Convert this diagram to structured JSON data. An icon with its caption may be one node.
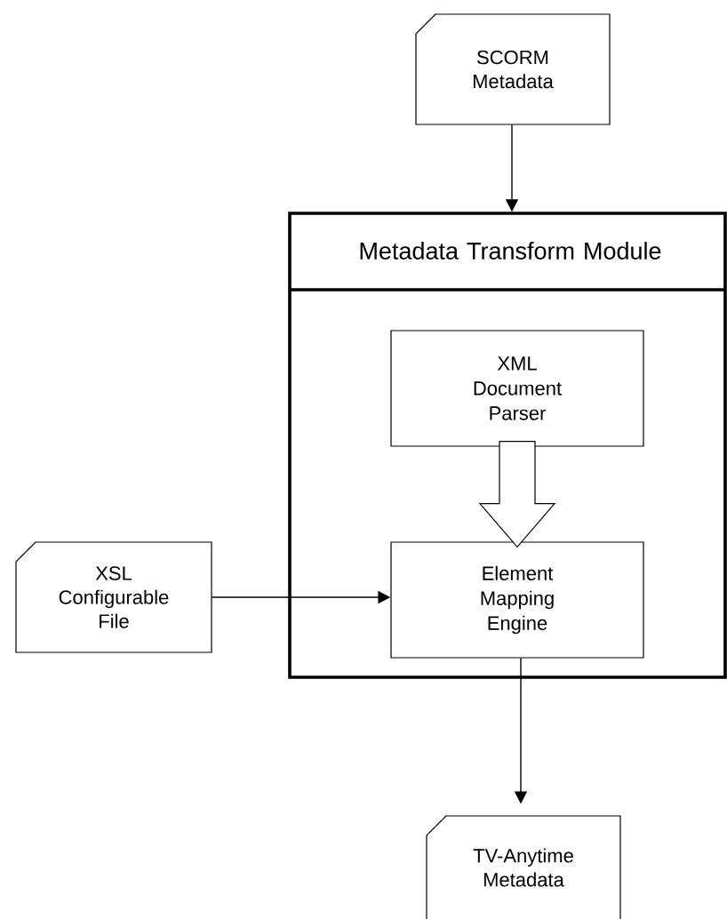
{
  "diagram": {
    "nodes": [
      {
        "text": [
          "SCORM Metadata"
        ]
      },
      {
        "text": [
          "Metadata Transform Module"
        ]
      },
      {
        "text": [
          "XML Document Parser"
        ],
        "in": 1
      },
      {
        "text": [
          "Element Mapping Engine"
        ],
        "in": 1
      },
      {
        "text": [
          "XSL Configurable File"
        ]
      },
      {
        "text": [
          "TV-Anytime Metadata"
        ]
      }
    ],
    "edges": [
      {
        "from": 0,
        "to": 1,
        "arrow": "to"
      },
      {
        "from": 2,
        "to": 3,
        "arrow": "to",
        "style": "thick"
      },
      {
        "from": 4,
        "to": 3,
        "arrow": "to"
      },
      {
        "from": 3,
        "to": 5,
        "arrow": "to"
      }
    ]
  }
}
